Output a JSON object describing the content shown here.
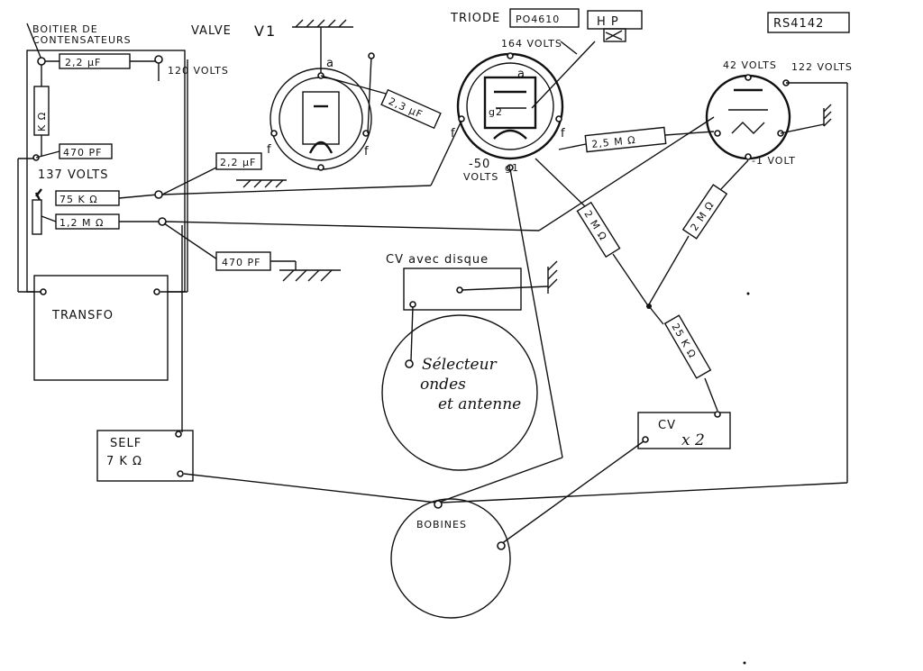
{
  "labels": {
    "boitier_line1": "BOITIER DE",
    "boitier_line2": "CONTENSATEURS",
    "valve": "VALVE",
    "valve_id": "V1",
    "triode": "TRIODE",
    "triode_ref": "PO4610",
    "hp": "H P",
    "ref_right": "RS4142",
    "cap_2uf_top": "2,2 µF",
    "volts_120": "120 VOLTS",
    "res_k_vertical": "K Ω",
    "cap_470_top": "470 PF",
    "volts_137": "137 VOLTS",
    "cap_2uf_mid": "2,2 µF",
    "res_75k": "75 K Ω",
    "res_12m": "1,2 M Ω",
    "cap_470_bottom": "470 PF",
    "transfo": "TRANSFO",
    "self_line1": "SELF",
    "self_line2": "7 K Ω",
    "valve_a": "a",
    "valve_f_left": "f",
    "valve_f_right": "f",
    "cap_23uf": "2,3 µF",
    "volts_164": "164 VOLTS",
    "triode_a": "a",
    "triode_g2": "g2",
    "triode_g1": "g1",
    "triode_f_left": "f",
    "triode_f_right": "f",
    "volts_minus50": "-50",
    "volts_minus50_unit": "VOLTS",
    "res_25m": "2,5 M Ω",
    "volts_42": "42 VOLTS",
    "volts_122": "122 VOLTS",
    "volt_minus1": "-1 VOLT",
    "res_2m_left": "2 M Ω",
    "res_2m_right": "2 M Ω",
    "res_25k": "25 K Ω",
    "cv_disque": "CV avec disque",
    "selecteur_line1": "Sélecteur",
    "selecteur_line2": "ondes",
    "selecteur_line3": "et antenne",
    "cv2_line1": "CV",
    "cv2_line2": "x 2",
    "bobines": "BOBINES"
  }
}
